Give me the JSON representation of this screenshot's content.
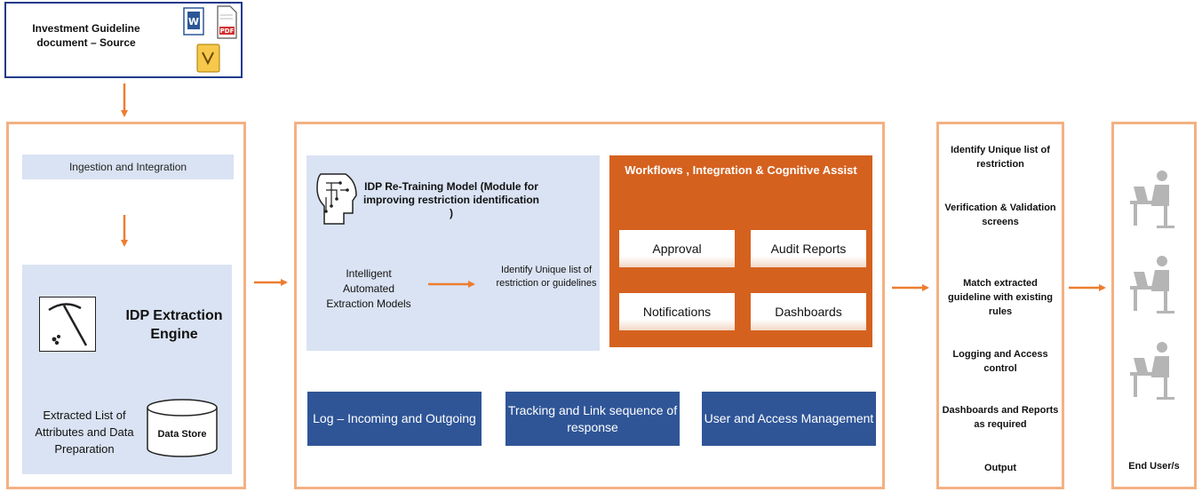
{
  "source": {
    "title": "Investment Guideline document – Source"
  },
  "extraction": {
    "ingestion": "Ingestion and Integration",
    "engine_title": "IDP Extraction Engine",
    "extracted_label": "Extracted List of Attributes and Data Preparation",
    "data_store": "Data Store"
  },
  "retraining": {
    "title": "IDP Re-Training Model (Module for improving restriction identification )",
    "intelligent": "Intelligent Automated Extraction Models",
    "identify": "Identify Unique list of restriction or guidelines"
  },
  "workflow": {
    "title": "Workflows , Integration & Cognitive Assist",
    "buttons": [
      "Approval",
      "Audit Reports",
      "Notifications",
      "Dashboards"
    ]
  },
  "services": {
    "log": "Log – Incoming and Outgoing",
    "tracking": "Tracking and Link sequence of response",
    "user": "User and Access Management"
  },
  "outputs": [
    "Identify Unique list of restriction",
    "Verification & Validation screens",
    "Match extracted guideline with existing rules",
    "Logging and Access control",
    "Dashboards and Reports as required",
    "Output"
  ],
  "end_users": "End User/s",
  "colors": {
    "arrow": "#ed7d31",
    "panel_border": "#f4b183",
    "light_blue": "#dae3f3",
    "orange": "#d5611f",
    "navy": "#2f5597",
    "source_border": "#1f3a8a"
  },
  "icons": [
    "word-icon",
    "pdf-icon",
    "visio-icon",
    "pickaxe-icon",
    "circuit-head-icon",
    "database-icon",
    "user-at-desk-icon"
  ]
}
